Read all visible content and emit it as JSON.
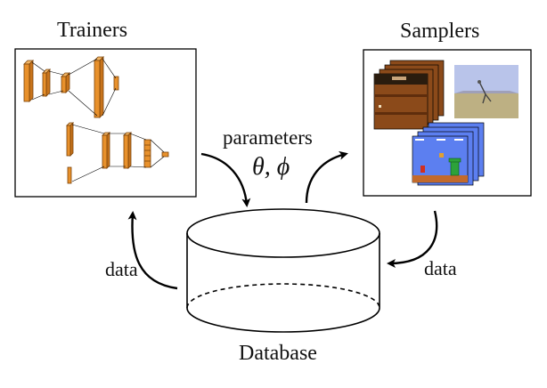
{
  "labels": {
    "trainers": "Trainers",
    "samplers": "Samplers",
    "parameters": "parameters",
    "theta_phi": "θ, ϕ",
    "data_left": "data",
    "data_right": "data",
    "database": "Database"
  },
  "colors": {
    "layer_fill": "#e8912c",
    "layer_stroke": "#7a4208",
    "arrow": "#000000",
    "game_sky": "#5c7ff0",
    "game_ground": "#8a4a1c",
    "game_brown": "#8b4a1a",
    "sim_sky": "#b9c4ea",
    "sim_floor": "#bdb083"
  }
}
